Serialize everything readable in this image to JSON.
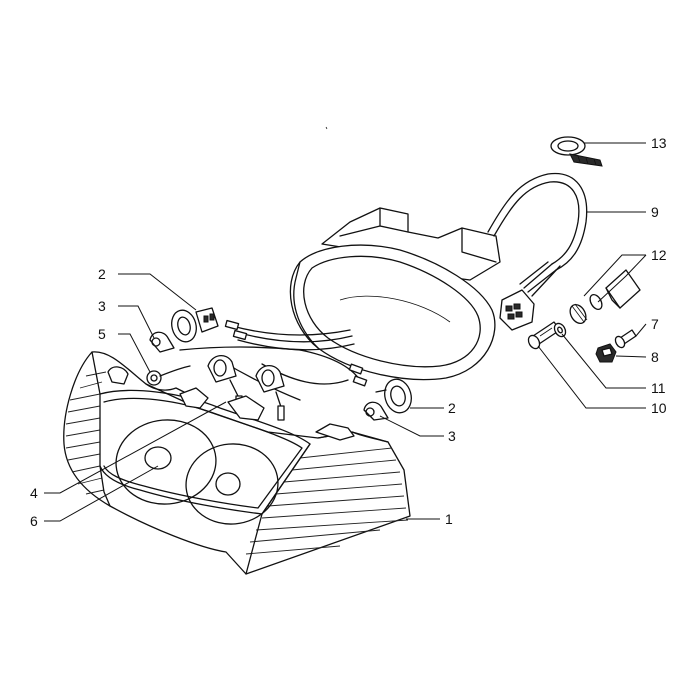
{
  "callouts": [
    {
      "id": "c1",
      "text": "1"
    },
    {
      "id": "c2a",
      "text": "2"
    },
    {
      "id": "c2b",
      "text": "2"
    },
    {
      "id": "c3a",
      "text": "3"
    },
    {
      "id": "c3b",
      "text": "3"
    },
    {
      "id": "c4",
      "text": "4"
    },
    {
      "id": "c5",
      "text": "5"
    },
    {
      "id": "c6",
      "text": "6"
    },
    {
      "id": "c7",
      "text": "7"
    },
    {
      "id": "c8",
      "text": "8"
    },
    {
      "id": "c9",
      "text": "9"
    },
    {
      "id": "c10",
      "text": "10"
    },
    {
      "id": "c11",
      "text": "11"
    },
    {
      "id": "c12",
      "text": "12"
    },
    {
      "id": "c13",
      "text": "13"
    }
  ],
  "colors": {
    "ink": "#111111",
    "paper": "#ffffff"
  }
}
